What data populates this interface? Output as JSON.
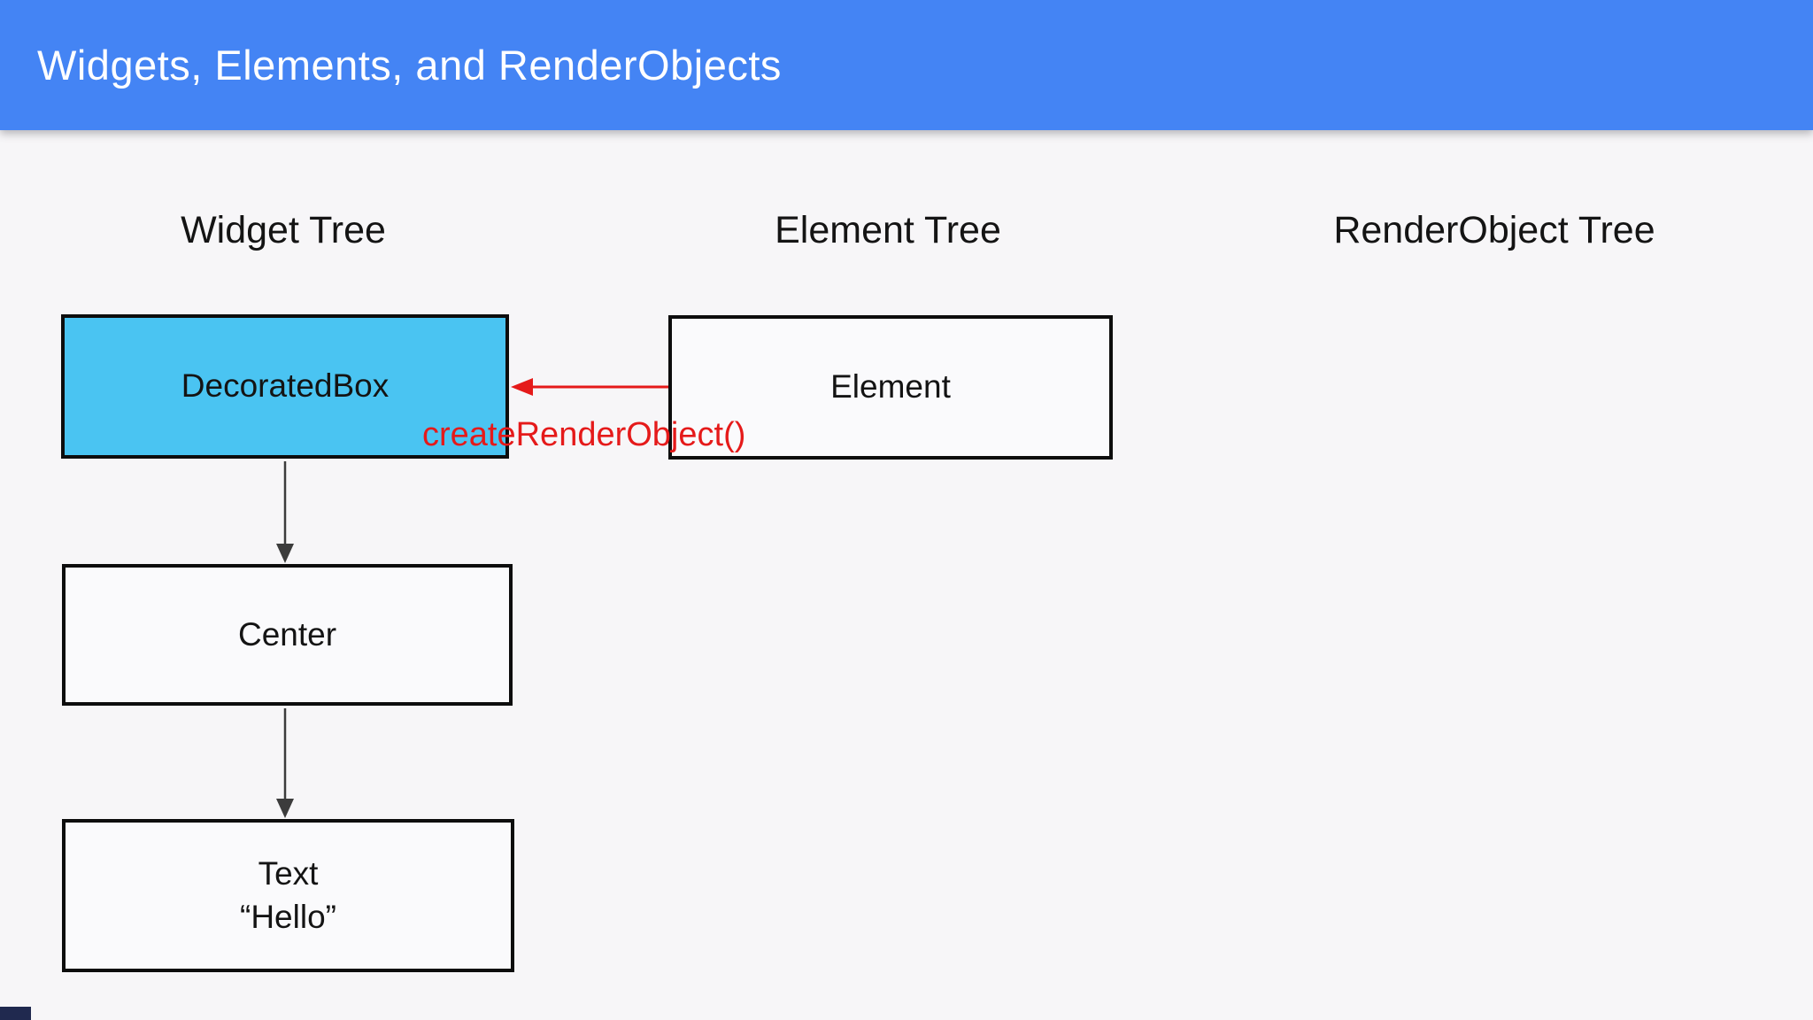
{
  "header": {
    "title": "Widgets, Elements, and RenderObjects"
  },
  "columns": [
    {
      "label": "Widget Tree"
    },
    {
      "label": "Element Tree"
    },
    {
      "label": "RenderObject Tree"
    }
  ],
  "diagram": {
    "widget_tree": {
      "nodes": [
        {
          "id": "decoratedbox",
          "label": "DecoratedBox",
          "highlighted": true
        },
        {
          "id": "center",
          "label": "Center",
          "highlighted": false
        },
        {
          "id": "text",
          "label": "Text",
          "sublabel": "“Hello”",
          "highlighted": false
        }
      ]
    },
    "element_tree": {
      "nodes": [
        {
          "id": "element",
          "label": "Element",
          "highlighted": false
        }
      ]
    },
    "renderobject_tree": {
      "nodes": []
    },
    "annotation": {
      "label": "createRenderObject()"
    }
  },
  "colors": {
    "header-blue": "#4484f4",
    "widget-highlight": "#4ac4f2",
    "annotation-red": "#e51a1a",
    "box-border": "#0d0d0d",
    "background": "#f7f6f8",
    "arrow-gray": "#3c3c3c",
    "progress-navy": "#20294f"
  }
}
